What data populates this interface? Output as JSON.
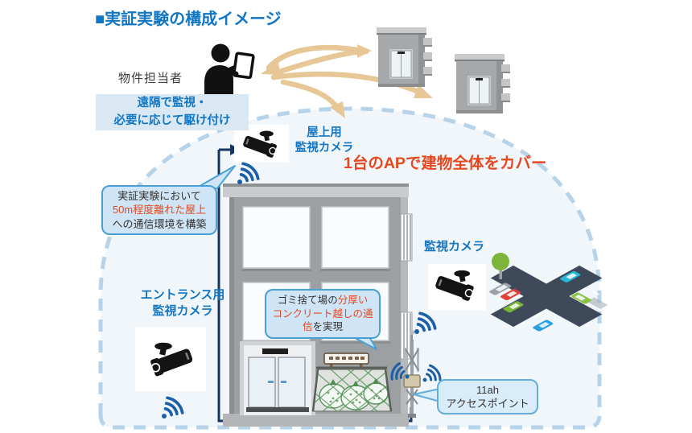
{
  "title": "■実証実験の構成イメージ",
  "person": {
    "label": "物件担当者",
    "icon": "person-with-tablet-icon"
  },
  "remote_monitoring_box": {
    "line1": "遠隔で監視・",
    "line2": "必要に応じて駆け付け"
  },
  "dome": {
    "headline": "1台のAPで建物全体をカバー"
  },
  "cameras": {
    "rooftop": {
      "label_line1": "屋上用",
      "label_line2": "監視カメラ"
    },
    "side": {
      "label": "監視カメラ"
    },
    "entrance": {
      "label_line1": "エントランス用",
      "label_line2": "監視カメラ"
    }
  },
  "callouts": {
    "rooftop_link": {
      "line1": "実証実験において",
      "line2_red": "50m程度離れた屋上",
      "line3": "への通信環境を構築"
    },
    "garbage_link": {
      "black1": "ゴミ捨て場の",
      "red1": "分厚い",
      "red2": "コンクリート越しの通",
      "red3": "信",
      "black2": "を実現"
    },
    "access_point": {
      "line1": "11ah",
      "line2": "アクセスポイント"
    }
  },
  "icons": {
    "person": "person-with-tablet-icon",
    "camera": "cctv-camera-icon",
    "wifi": "wifi-signal-icon",
    "antenna": "antenna-11ah-icon",
    "garbage": "garbage-site-icon",
    "road": "street-parking-icon",
    "buildings": "remote-building-icon"
  },
  "colors": {
    "accent_blue": "#1276c4",
    "alert_red": "#e5481e",
    "callout_fill": "#cfe5f5",
    "callout_border": "#4aa0d4",
    "ap_callout_fill": "#d8edf9",
    "dome_dash": "#b6d3ea",
    "dome_fill": "#f1f6fb",
    "connector_navy": "#18355f",
    "arrow_tan": "#e6c795",
    "wifi_blue": "#1b5fa8"
  }
}
